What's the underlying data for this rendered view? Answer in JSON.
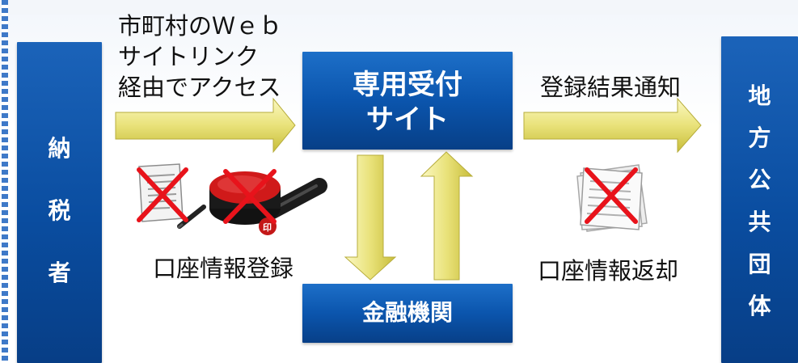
{
  "left_box": {
    "label_chars": [
      "納",
      "税",
      "者"
    ]
  },
  "right_box": {
    "label_chars": [
      "地",
      "方",
      "公",
      "共",
      "団",
      "体"
    ]
  },
  "center_box": {
    "line1": "専用受付",
    "line2": "サイト"
  },
  "bank_box": {
    "label": "金融機関"
  },
  "captions": {
    "access_line1": "市町村のＷｅｂ",
    "access_line2": "サイトリンク",
    "access_line3": "経由でアクセス",
    "result_notify": "登録結果通知",
    "account_register": "口座情報登録",
    "account_return": "口座情報返却"
  },
  "icons": {
    "document_crossed": "document-crossed-icon",
    "seal_crossed": "seal-crossed-icon",
    "papers_crossed": "papers-crossed-icon"
  },
  "colors": {
    "box_blue": "#0b55ad",
    "arrow_yellow": "#e8e27a",
    "cross_red": "#e8131b",
    "border_blue": "#3e79c8"
  }
}
